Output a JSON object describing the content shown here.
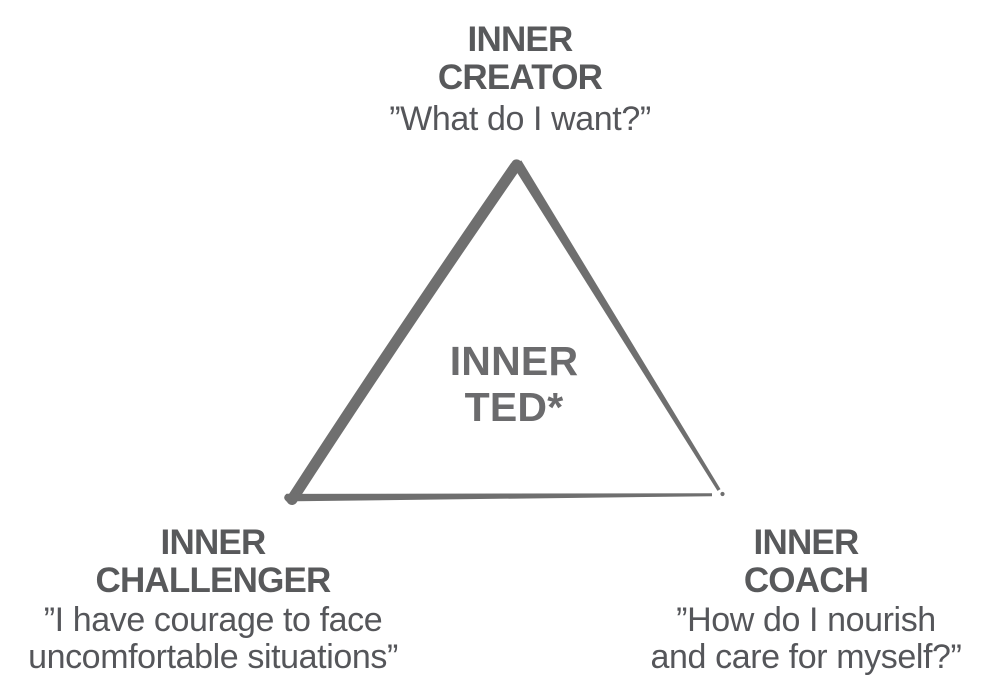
{
  "diagram": {
    "title": "Inner TED triangle diagram",
    "center_label": {
      "line1": "INNER",
      "line2": "TED*"
    },
    "vertices": {
      "top": {
        "name_line1": "INNER",
        "name_line2": "CREATOR",
        "quote": "”What do I want?”"
      },
      "bottom_left": {
        "name_line1": "INNER",
        "name_line2": "CHALLENGER",
        "quote_line1": "”I have courage to face",
        "quote_line2": "uncomfortable situations”"
      },
      "bottom_right": {
        "name_line1": "INNER",
        "name_line2": "COACH",
        "quote_line1": "”How do I nourish",
        "quote_line2": "and care for myself?”"
      }
    },
    "colors": {
      "background": "#ffffff",
      "stroke": "#6f6f6f",
      "title": "#58595b",
      "quote": "#55565a",
      "center": "#6b6b6d"
    }
  }
}
